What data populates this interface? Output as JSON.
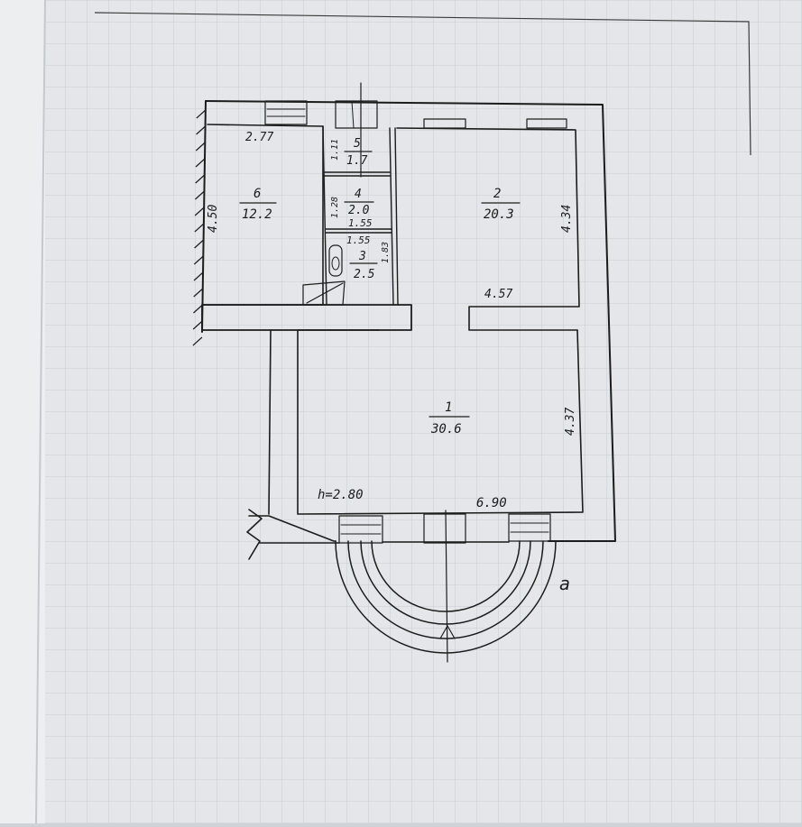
{
  "rooms": [
    {
      "id": "1",
      "area": "30.6"
    },
    {
      "id": "2",
      "area": "20.3"
    },
    {
      "id": "3",
      "area": "2.5"
    },
    {
      "id": "4",
      "area": "2.0"
    },
    {
      "id": "5",
      "area": "1.7"
    },
    {
      "id": "6",
      "area": "12.2"
    }
  ],
  "dimensions": {
    "room6_top": "2.77",
    "room6_left": "4.50",
    "room5_side": "1.11",
    "room4_side": "1.28",
    "room4_bottom": "1.55",
    "room3_top": "1.55",
    "room3_side": "1.83",
    "room2_right": "4.34",
    "room2_bottom": "4.57",
    "room1_right": "4.37",
    "room1_bottom": "6.90",
    "ceiling_height": "h=2.80"
  },
  "marker": "a",
  "colors": {
    "paper": "#e4e6e9",
    "ink": "#1c1c1c",
    "grid": "#b9c2cc"
  }
}
